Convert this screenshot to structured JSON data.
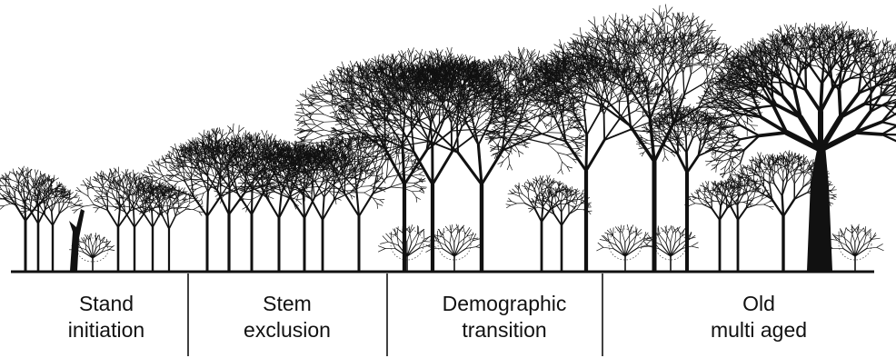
{
  "stages": [
    {
      "line1": "Stand",
      "line2": "initiation"
    },
    {
      "line1": "Stem",
      "line2": "exclusion"
    },
    {
      "line1": "Demographic",
      "line2": "transition"
    },
    {
      "line1": "Old",
      "line2": "multi aged"
    }
  ],
  "colors": {
    "ink": "#111111",
    "background": "#ffffff"
  }
}
